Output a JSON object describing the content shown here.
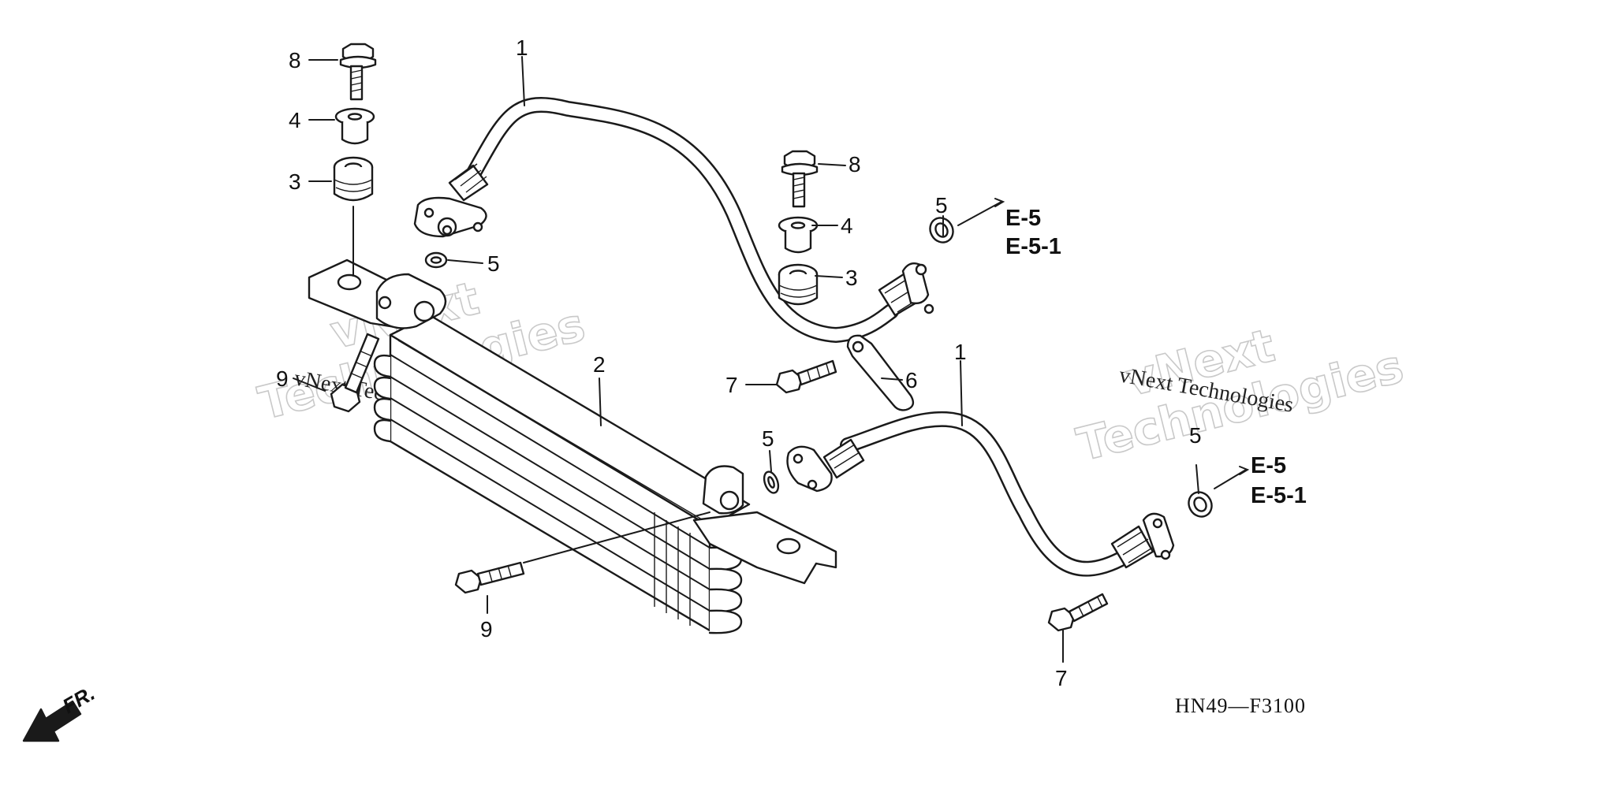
{
  "diagram": {
    "callouts": [
      "1",
      "1",
      "2",
      "3",
      "3",
      "4",
      "4",
      "5",
      "5",
      "5",
      "5",
      "6",
      "7",
      "7",
      "8",
      "8",
      "9",
      "9"
    ],
    "references": [
      "E-5",
      "E-5-1",
      "E-5",
      "E-5-1"
    ],
    "drawing_code": "HN49—F3100",
    "direction_label": "FR."
  },
  "watermark": {
    "line1": "vNext",
    "line2": "Technologies",
    "caption": "vNext Technologies"
  }
}
